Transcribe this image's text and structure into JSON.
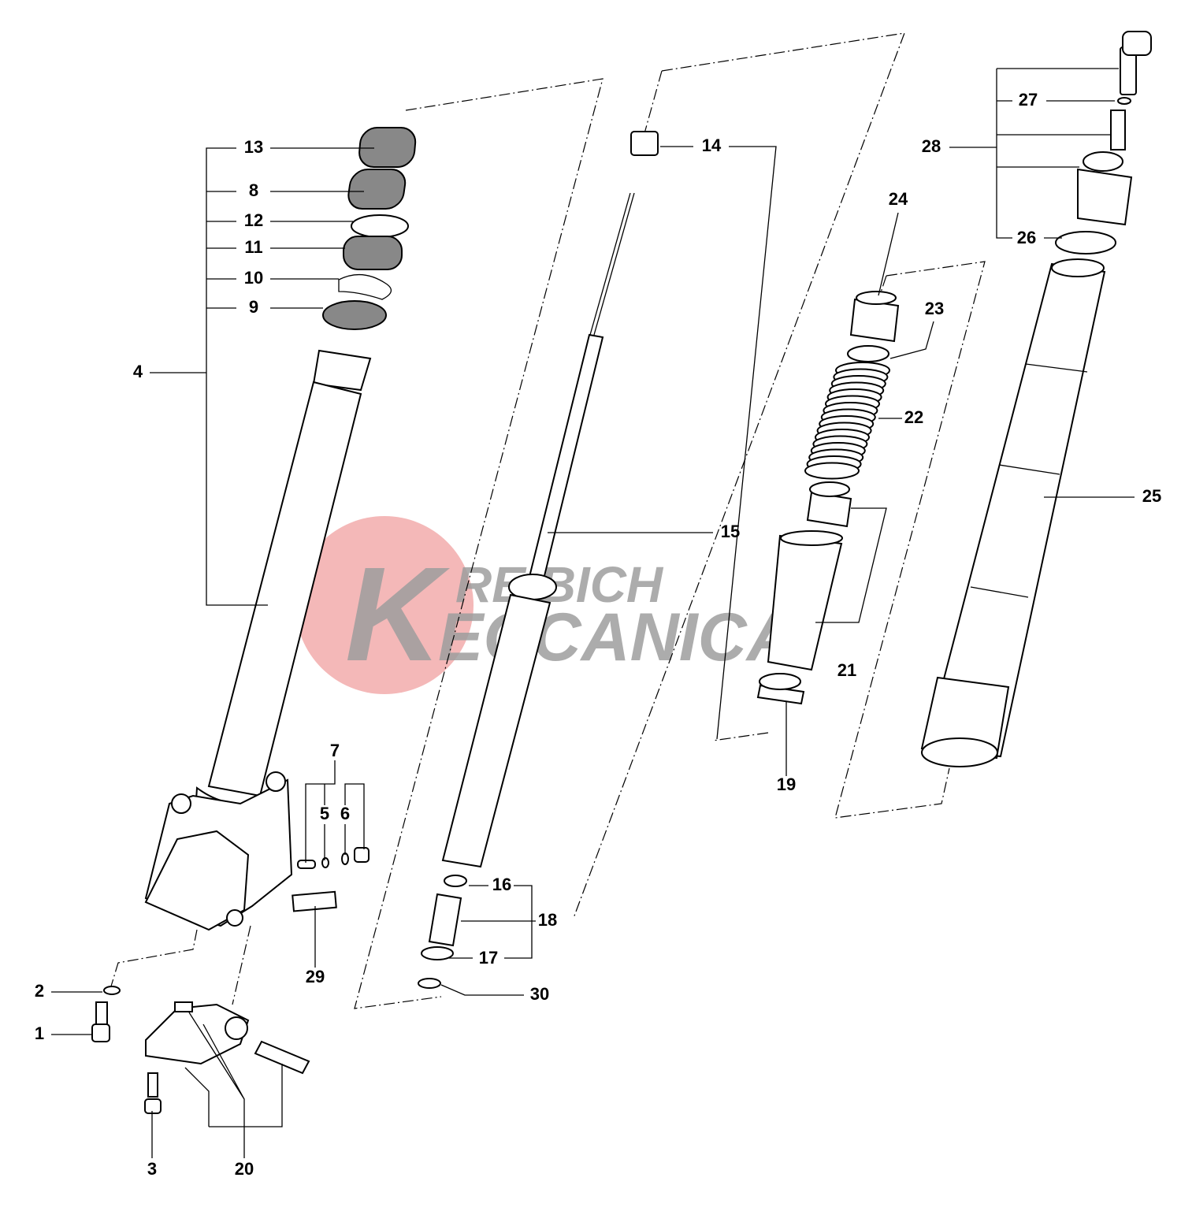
{
  "diagram": {
    "title": "Front fork exploded parts diagram",
    "watermark": {
      "line1": "REIBICH",
      "line2": "ECCANICA",
      "initial": "K",
      "circle_color": "#f0a0a0",
      "text_color": "#9e9e9e"
    },
    "labels": {
      "p1": "1",
      "p2": "2",
      "p3": "3",
      "p4": "4",
      "p5": "5",
      "p6": "6",
      "p7": "7",
      "p8": "8",
      "p9": "9",
      "p10": "10",
      "p11": "11",
      "p12": "12",
      "p13": "13",
      "p14": "14",
      "p15": "15",
      "p16": "16",
      "p17": "17",
      "p18": "18",
      "p19": "19",
      "p20": "20",
      "p21": "21",
      "p22": "22",
      "p23": "23",
      "p24": "24",
      "p25": "25",
      "p26": "26",
      "p27": "27",
      "p28": "28",
      "p29": "29",
      "p30": "30"
    }
  }
}
